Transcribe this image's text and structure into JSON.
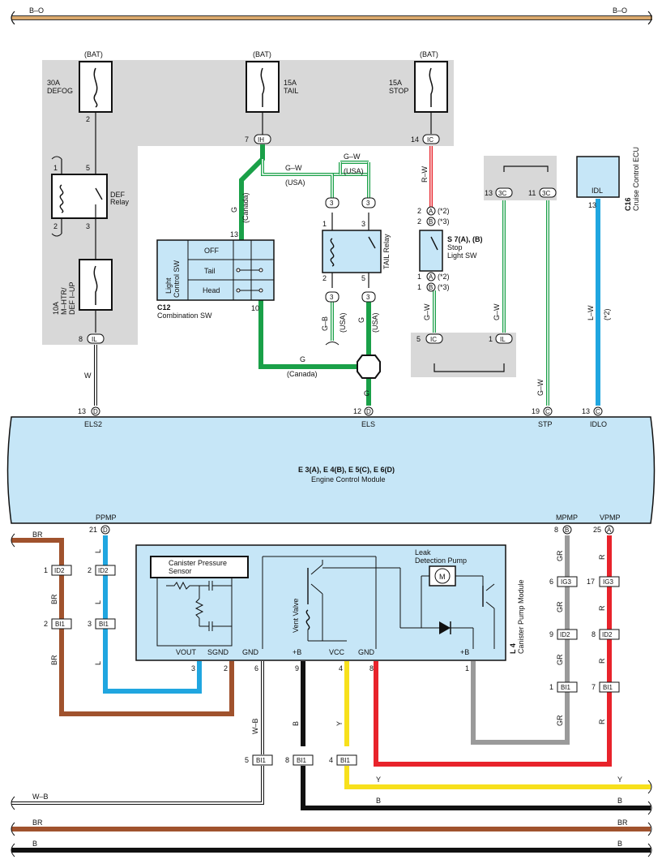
{
  "colors": {
    "bg_gray": "#d8d8d8",
    "module_blue": "#c6e6f7",
    "green": "#1aa048",
    "red": "#e8232b",
    "blue": "#20a6e0",
    "brown": "#a0522d",
    "gray": "#9a9a9a",
    "yellow": "#f7e01c",
    "black": "#111111",
    "orange": "#d9a86c"
  },
  "bus_top": {
    "left": "B–O",
    "right": "B–O"
  },
  "fuses": [
    {
      "source": "(BAT)",
      "rating": "30A",
      "name": "DEFOG"
    },
    {
      "source": "(BAT)",
      "rating": "15A",
      "name": "TAIL"
    },
    {
      "source": "(BAT)",
      "rating": "15A",
      "name": "STOP"
    }
  ],
  "def_relay": {
    "label1": "DEF",
    "label2": "Relay",
    "pins": [
      "1",
      "5",
      "2",
      "3"
    ],
    "fuse_pin": "2"
  },
  "mhtr_fuse": {
    "rating": "10A",
    "name1": "M–HTR/",
    "name2": "DEF I–UP"
  },
  "connectors": {
    "ih": {
      "pin": "7",
      "id": "IH"
    },
    "ic_top": {
      "pin": "14",
      "id": "IC"
    },
    "il_left": {
      "pin": "8",
      "id": "IL"
    },
    "c3_left": {
      "pin": "13",
      "id": "3C"
    },
    "c3_right": {
      "pin": "11",
      "id": "3C"
    },
    "ic_bot": {
      "pin": "5",
      "id": "IC"
    },
    "il_bot": {
      "pin": "1",
      "id": "IL"
    },
    "tr1": {
      "id": "3"
    },
    "tr2": {
      "id": "3"
    },
    "tr3": {
      "id": "3"
    },
    "tr4": {
      "id": "3"
    }
  },
  "combo_sw": {
    "id": "C12",
    "name": "Combination SW",
    "side_label1": "Light",
    "side_label2": "Control SW",
    "rows": [
      "OFF",
      "Tail",
      "Head"
    ],
    "pin_top": "13",
    "pin_bottom": "10"
  },
  "tail_relay": {
    "label": "TAIL Relay",
    "pins": [
      "1",
      "2",
      "3",
      "5"
    ]
  },
  "stop_sw": {
    "id": "S 7(A), (B)",
    "name1": "Stop",
    "name2": "Light SW",
    "pins_top": [
      "2",
      "2"
    ],
    "pins_bot": [
      "1",
      "1"
    ],
    "conns": [
      "A",
      "B"
    ],
    "notes": [
      "(*2)",
      "(*3)"
    ]
  },
  "cruise_ecu": {
    "id": "C16",
    "name": "Cruise Control ECU",
    "pin_label": "IDL",
    "pin": "13"
  },
  "wire_labels": {
    "g": "G",
    "gw": "G–W",
    "rw": "R–W",
    "gb": "G–B",
    "lw": "L–W",
    "w": "W",
    "canada": "(Canada)",
    "usa": "(USA)",
    "note2": "(*2)",
    "br": "BR",
    "l": "L",
    "gr": "GR",
    "r": "R",
    "wb": "W–B",
    "b": "B",
    "y": "Y"
  },
  "ecm": {
    "id": "E 3(A), E 4(B), E 5(C), E 6(D)",
    "name": "Engine Control Module",
    "top_pins": [
      {
        "pin": "13",
        "conn": "D",
        "label": "ELS2"
      },
      {
        "pin": "12",
        "conn": "D",
        "label": "ELS"
      },
      {
        "pin": "19",
        "conn": "C",
        "label": "STP"
      },
      {
        "pin": "13",
        "conn": "C",
        "label": "IDLO"
      }
    ],
    "bottom_pins": [
      {
        "pin": "21",
        "conn": "D",
        "label": "PPMP"
      },
      {
        "pin": "8",
        "conn": "B",
        "label": "MPMP"
      },
      {
        "pin": "25",
        "conn": "A",
        "label": "VPMP"
      }
    ]
  },
  "pump_module": {
    "id": "L 4",
    "name": "Canister Pump Module",
    "sensor1": "Canister Pressure",
    "sensor2": "Sensor",
    "vent_valve": "Vent Valve",
    "leak1": "Leak",
    "leak2": "Detection Pump",
    "motor": "M",
    "terms": [
      "VOUT",
      "SGND",
      "GND",
      "+B",
      "VCC",
      "GND",
      "+B"
    ],
    "pins": [
      "3",
      "2",
      "6",
      "9",
      "4",
      "8",
      "1"
    ]
  },
  "left_conns": {
    "id2_br": {
      "pin": "1",
      "id": "ID2"
    },
    "id2_l": {
      "pin": "2",
      "id": "ID2"
    },
    "bi1_br": {
      "pin": "2",
      "id": "BI1"
    },
    "bi1_l": {
      "pin": "3",
      "id": "BI1"
    }
  },
  "right_conns": {
    "ig3_gr": {
      "pin": "6",
      "id": "IG3"
    },
    "ig3_r": {
      "pin": "17",
      "id": "IG3"
    },
    "id2_gr": {
      "pin": "9",
      "id": "ID2"
    },
    "id2_r": {
      "pin": "8",
      "id": "ID2"
    },
    "bi1_gr": {
      "pin": "1",
      "id": "BI1"
    },
    "bi1_r": {
      "pin": "7",
      "id": "BI1"
    }
  },
  "bottom_conns": {
    "bi1_wb": {
      "pin": "5",
      "id": "BI1"
    },
    "bi1_b": {
      "pin": "8",
      "id": "BI1"
    },
    "bi1_y": {
      "pin": "4",
      "id": "BI1"
    }
  },
  "bottom_buses": [
    {
      "color": "W–B",
      "right": ""
    },
    {
      "color": "B",
      "right": "B"
    },
    {
      "color": "BR",
      "right": "BR"
    },
    {
      "color": "B",
      "right": "B"
    }
  ]
}
